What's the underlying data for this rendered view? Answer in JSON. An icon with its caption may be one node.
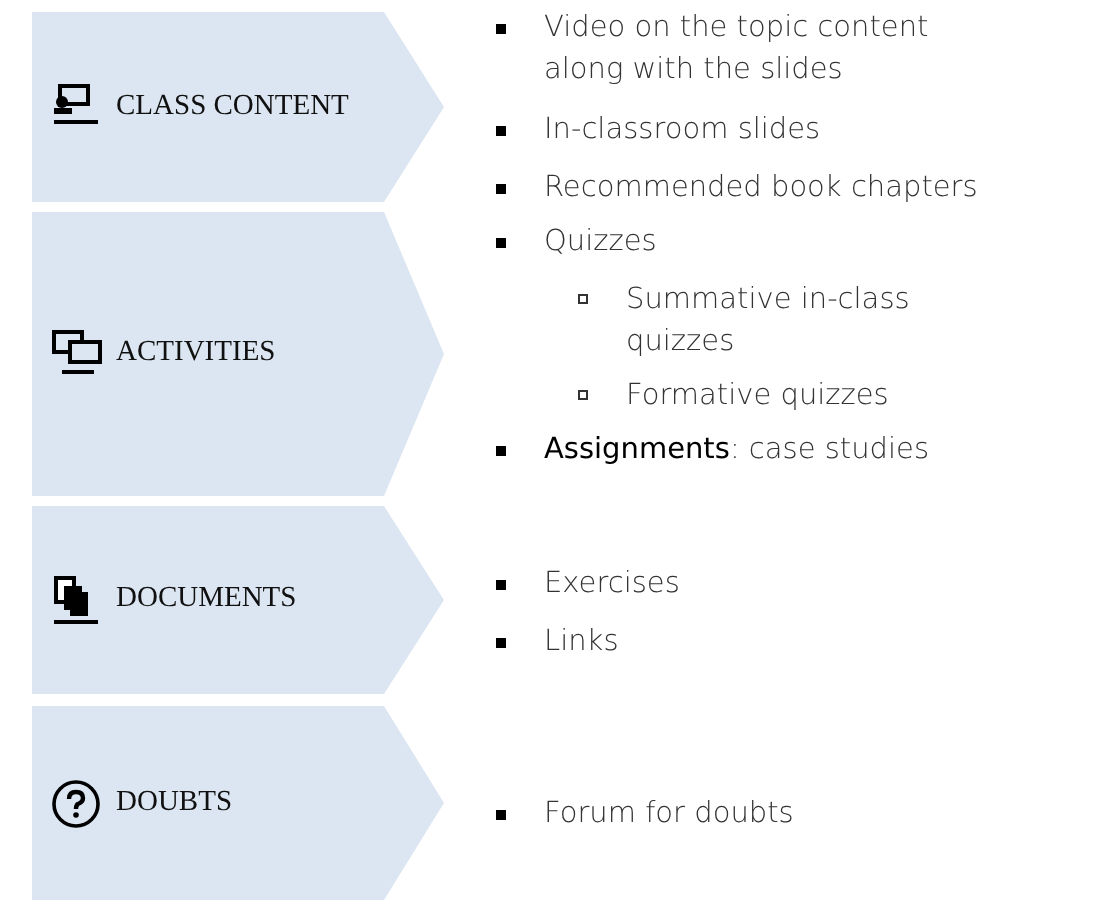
{
  "diagram": {
    "nodes": [
      {
        "text": [
          "CLASS CONTENT"
        ]
      },
      {
        "text": [
          "ACTIVITIES"
        ]
      },
      {
        "text": [
          "DOCUMENTS"
        ]
      },
      {
        "text": [
          "DOUBTS"
        ]
      }
    ],
    "labels": [
      "Video on the topic content along with the slides",
      "In-classroom slides",
      "Recommended book chapters",
      "Quizzes",
      "Summative in-class quizzes",
      "Formative quizzes",
      "**Assignments**: case studies",
      "Exercises",
      "Links",
      "Forum for doubts"
    ]
  }
}
